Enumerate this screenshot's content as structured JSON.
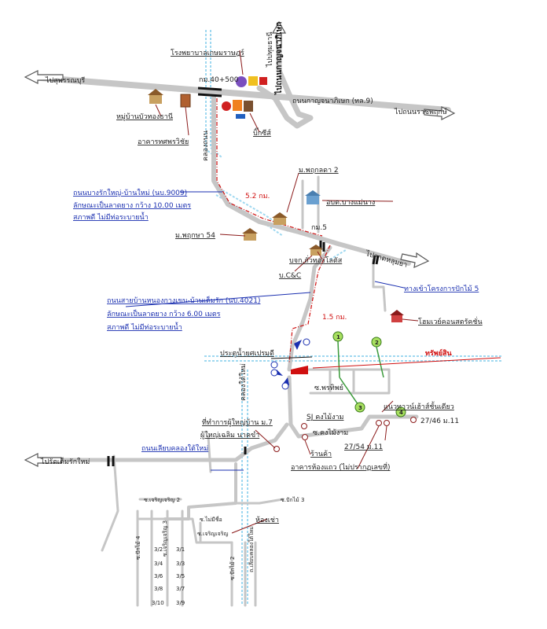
{
  "colors": {
    "road": "#c6c6c6",
    "canal": "#9fd8f0",
    "leader_blue": "#1a2fb0",
    "leader_red": "#8b1a1a",
    "route_red": "#d01010",
    "property": "#d01010"
  },
  "labels": {
    "hospital": "โรงพยาบาลเกษมราษฎร์",
    "km_marker": "กม.40+500",
    "to_pathum": "ไปปทุมธานี",
    "to_supanburi": "ไปสุพรรณบุรี",
    "village_buathong": "หมู่บ้านบัวทองธานี",
    "building_thotsaphon": "อาคารทศพรวิชัย",
    "to_canal_kanchana": "ไปถนนกาญจนาภิเษก",
    "kanchana_road": "ถนนกาญจนาภิเษก (ทล.9)",
    "to_bang_bua": "ไปถนนราชพฤกษ์",
    "bigc": "บิ๊กซีส์",
    "khlong_thanon": "คลองถนน",
    "muban_phrueklada": "ม.พฤกลดา 2",
    "school": "อบต.บางแม่นาง",
    "road_main_1": "ถนนบางรักใหญ่-บ้านใหม่ (นบ.9009)",
    "road_main_1_desc": "ลักษณะเป็นลาดยาง กว้าง 10.00 เมตร",
    "road_main_1_cond": "สภาพดี ไม่มีท่อระบายน้ำ",
    "dist_52": "5.2 กม.",
    "km5": "กม.5",
    "muban_phruksa": "ม.พฤกษา 54",
    "to_lat_ya": "ไปลาดหลุมยา",
    "bkk_kluay": "บจก.ถั่วทองโลตัส",
    "bc_c": "บ.C&C",
    "to_project": "ทางเข้าโครงการปักไม้ 5",
    "road_main_2": "ถนนสายบ้านหนองกางเขน-บ้านเต็มรัก (นบ.4021)",
    "road_main_2_desc": "ลักษณะเป็นลาดยาง กว้าง 6.00 เมตร",
    "road_main_2_cond": "สภาพดี ไม่มีท่อระบายน้ำ",
    "dist_15": "1.5 กม.",
    "showroom": "โฮมเวย์คอนสตรัคชั่น",
    "water_gate": "ประตูน้ำยศเปรมดี",
    "property": "ทรัพย์สิน",
    "khlong_tai_mai": "คลองใต้ใหม่",
    "soi_phon": "ซ.พรทิพย์",
    "townhouse": "แนวทาวน์เฮ้าส์ชั้นเดียว",
    "head_office": "ที่ทำการผู้ใหญ่บ้าน ม.7",
    "head_name": "ผู้ใหญ่เฉลิม นาคขำ",
    "sj_khong": "SJ คงไม้งาม",
    "soi_khong": "ซ.คงไม้งาม",
    "tag_2746": "27/46 ม.11",
    "road_canal": "ถนนเลียบคลองใต้ใหม่",
    "to_bang_rak": "ไปรัตเต็มรักใหม่",
    "shop": "ร้านค้า",
    "tag_2754": "27/54 ม.11",
    "building_row": "อาคารห้องแถว (ไม่ปรากฏเลขที่)",
    "soi_jaroen2": "ซ.เจริญเจริญ 2",
    "soi_pakmai3": "ซ.ปักไม้ 3",
    "soi_mimi": "ซ.ไม่มีชื่อ",
    "soi_jaroen3": "ซ.เจริญเจริญ",
    "toilet": "ห้องเช่า",
    "soi_jaroen_vert": "ซ.เจริญเจริญ 3",
    "soi_pakmai4": "ซ.ปักไม้ 4",
    "soi_pakmai2": "ซ.ปักไม้ 2",
    "road_canal_vert": "ถ.เลียบคลองใต้ใหม่",
    "lot_32": "3/2",
    "lot_31": "3/1",
    "lot_34": "3/4",
    "lot_33": "3/3",
    "lot_36": "3/6",
    "lot_35": "3/5",
    "lot_38": "3/8",
    "lot_37": "3/7",
    "lot_310": "3/10",
    "lot_39": "3/9",
    "photo_1": "1",
    "photo_2": "2",
    "photo_3": "3",
    "photo_4": "4"
  },
  "icons": [
    "hospital-icon",
    "building-icon",
    "village-icon",
    "bigc-icon",
    "school-icon",
    "showroom-icon",
    "arrow-icon",
    "photo-marker-icon"
  ]
}
